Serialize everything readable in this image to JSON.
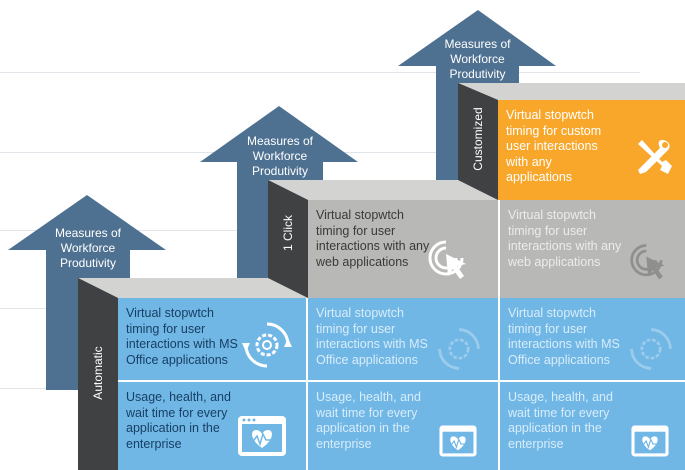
{
  "arrows": [
    {
      "label": "Measures of Workforce Produtivity"
    },
    {
      "label": "Measures of Workforce Produtivity"
    },
    {
      "label": "Measures of Workforce Produtivity"
    }
  ],
  "tiers": [
    {
      "label": "Automatic"
    },
    {
      "label": "1 Click"
    },
    {
      "label": "Customized"
    }
  ],
  "cells": {
    "office": "Virtual stopwtch timing for user interactions with MS Office applications",
    "usage": "Usage, health, and wait time for every application in the enterprise",
    "web": "Virtual stopwtch timing for user interactions with any web applications",
    "custom": "Virtual stopwtch timing for custom user interactions with any applications"
  },
  "icons": {
    "office": "gear-cycle-icon",
    "usage": "heartbeat-monitor-icon",
    "web": "click-cursor-icon",
    "custom": "wrench-screwdriver-icon"
  },
  "colors": {
    "blue": "#71b7e6",
    "gray": "#b8b8b6",
    "orange": "#f8a72a",
    "dark": "#3f4143",
    "arrow": "#4e7191"
  }
}
